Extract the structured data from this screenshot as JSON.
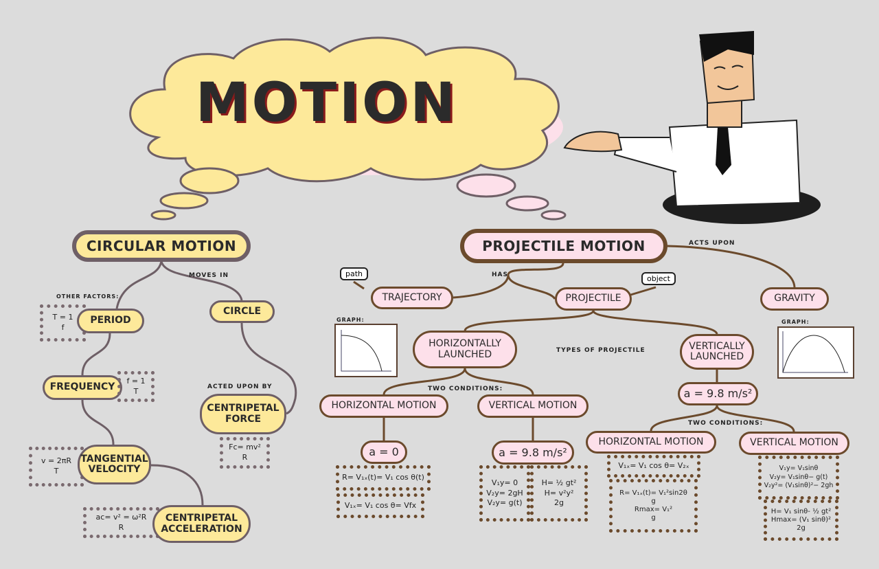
{
  "title": "MOTION",
  "circular": {
    "title": "CIRCULAR MOTION",
    "moves_in": "MOVES IN",
    "other_factors": "OTHER FACTORS:",
    "period": "PERIOD",
    "period_formula": [
      "T = 1",
      "f"
    ],
    "circle": "CIRCLE",
    "frequency": "FREQUENCY",
    "frequency_formula": [
      "f = 1",
      "T"
    ],
    "acted_upon_by": "ACTED UPON BY",
    "centripetal_force": "CENTRIPETAL FORCE",
    "force_formula": [
      "Fc= mv²",
      "R"
    ],
    "tangential_velocity": "TANGENTIAL VELOCITY",
    "velocity_formula": [
      "v = 2πR",
      "T"
    ],
    "centripetal_acceleration": "CENTRIPETAL ACCELERATION",
    "acceleration_formula": [
      "ac= v² = ω²R",
      "R"
    ]
  },
  "projectile": {
    "title": "PROJECTILE MOTION",
    "acts_upon": "ACTS UPON",
    "has": "HAS",
    "trajectory": "TRAJECTORY",
    "path_callout": "path",
    "projectile": "PROJECTILE",
    "object_callout": "object",
    "gravity": "GRAVITY",
    "graph_label": "GRAPH:",
    "types_label": "TYPES OF PROJECTILE",
    "horizontally": "HORIZONTALLY LAUNCHED",
    "vertically": "VERTICALLY LAUNCHED",
    "two_conditions": "TWO CONDITIONS:",
    "h_launch": {
      "horizontal_motion": "HORIZONTAL MOTION",
      "vertical_motion": "VERTICAL MOTION",
      "a_horizontal": "a = 0",
      "a_vertical": "a = 9.8 m/s²",
      "range_formula": "R= V₁ₓ(t)= V₁ cos θ(t)",
      "vx_formula": "V₁ₓ= V₁ cos θ= Vfx",
      "vy_formulas": [
        "V₁y= 0",
        "V₂y= 2gH",
        "V₂y= g(t)"
      ],
      "h_formulas": [
        "H= ½ gt²",
        "H= v²y²",
        "2g"
      ]
    },
    "v_launch": {
      "a": "a = 9.8 m/s²",
      "horizontal_motion": "HORIZONTAL MOTION",
      "vertical_motion": "VERTICAL MOTION",
      "vx_formula": "V₁ₓ= V₁ cos θ= V₂ₓ",
      "range_formulas": [
        "R= V₁ₓ(t)= V₁²sin2θ",
        "g",
        "Rmax= V₁²",
        "g"
      ],
      "vy_formulas": [
        "V₁y= V₁sinθ",
        "V₂y= V₁sinθ− g(t)",
        "V₂y²= (V₁sinθ)²− 2gh"
      ],
      "h_formulas": [
        "H= V₁ sinθ- ½ gt²",
        "Hmax= (V₁ sinθ)²",
        "2g"
      ]
    }
  },
  "colors": {
    "background": "#dcdcdc",
    "yellow": "#fde99a",
    "pink": "#fde0ea",
    "brown": "#6b4a2c",
    "gray_line": "#6e5f66"
  }
}
